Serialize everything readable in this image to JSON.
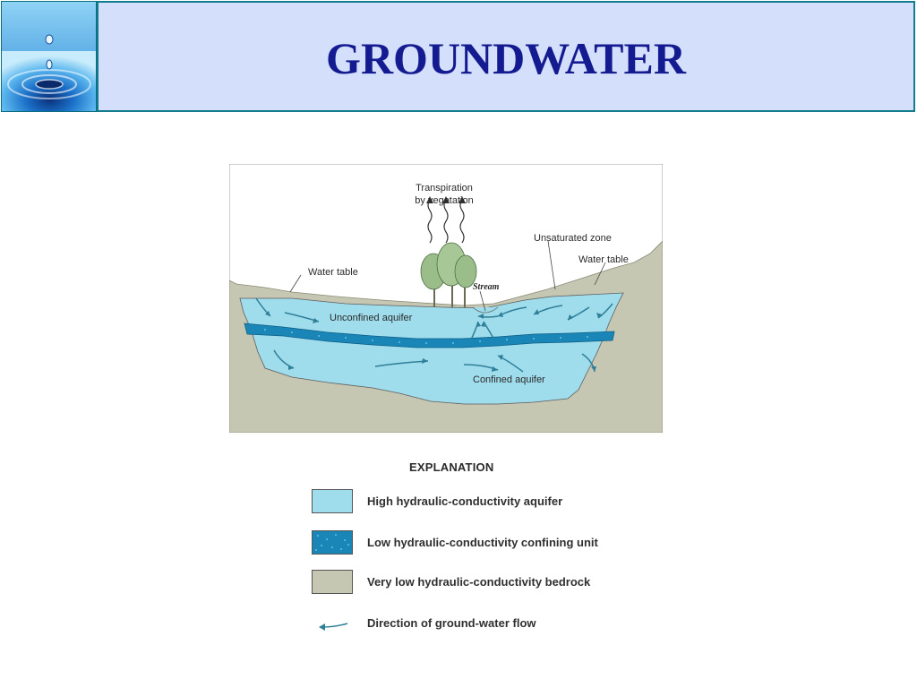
{
  "header": {
    "title": "GROUNDWATER"
  },
  "diagram": {
    "labels": {
      "transpiration_line1": "Transpiration",
      "transpiration_line2": "by vegetation",
      "unsaturated_zone": "Unsaturated zone",
      "water_table_left": "Water table",
      "water_table_right": "Water table",
      "stream": "Stream",
      "unconfined_aquifer": "Unconfined aquifer",
      "confined_aquifer": "Confined aquifer"
    }
  },
  "legend": {
    "title": "EXPLANATION",
    "items": [
      {
        "label": "High hydraulic-conductivity aquifer",
        "color": "#9fdcec"
      },
      {
        "label": "Low hydraulic-conductivity confining unit",
        "color": "#1a86b8"
      },
      {
        "label": "Very low hydraulic-conductivity bedrock",
        "color": "#c6c7b2"
      },
      {
        "label": "Direction of ground-water flow",
        "color": "#2f7f98"
      }
    ]
  },
  "colors": {
    "title_text": "#141b90",
    "title_bg": "#d4e0fb",
    "aquifer": "#9fdcec",
    "confining_unit": "#1a86b8",
    "bedrock": "#c6c7b2",
    "flow_arrow": "#2f7f98"
  }
}
